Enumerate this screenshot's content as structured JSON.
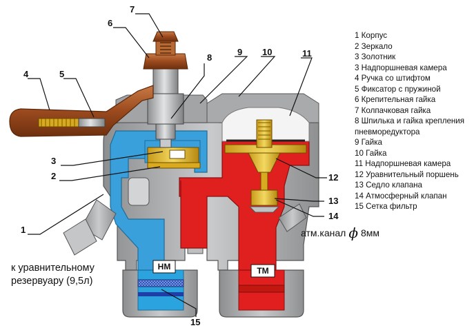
{
  "legend": [
    "1 Корпус",
    "2 Зеркало",
    "3 Золотник",
    "3 Надпоршневая камера",
    "4 Ручка со штифтом",
    "5 Фиксатор с пружиной",
    "6 Крепительная гайка",
    "7 Колпачковая гайка",
    "8 Шпилька и гайка крепления пневморедуктора",
    "9 Гайка",
    "10 Гайка",
    "11 Надпоршневая камера",
    "12 Уравнительный поршень",
    "13 Седло клапана",
    "14 Атмосферный клапан",
    "15 Сетка фильтр"
  ],
  "callouts": {
    "c1": "1",
    "c2": "2",
    "c3": "3",
    "c4": "4",
    "c5": "5",
    "c6": "6",
    "c7": "7",
    "c8": "8",
    "c9": "9",
    "c10": "10",
    "c11": "11",
    "c12": "12",
    "c13": "13",
    "c14": "14",
    "c15": "15"
  },
  "ports": {
    "nm": "НМ",
    "tm": "ТМ"
  },
  "notes": {
    "reservoir_line1": "к уравнительному",
    "reservoir_line2": "резервуару (9,5л)",
    "atm_prefix": "атм.канал",
    "atm_symbol": "ϕ",
    "atm_size": "8мм"
  },
  "colors": {
    "body_gray": "#a9abad",
    "feed_blue": "#3aa0dc",
    "brake_red": "#e0201f",
    "brass_yellow": "#e8c132",
    "handle_copper": "#9b4a1e"
  }
}
